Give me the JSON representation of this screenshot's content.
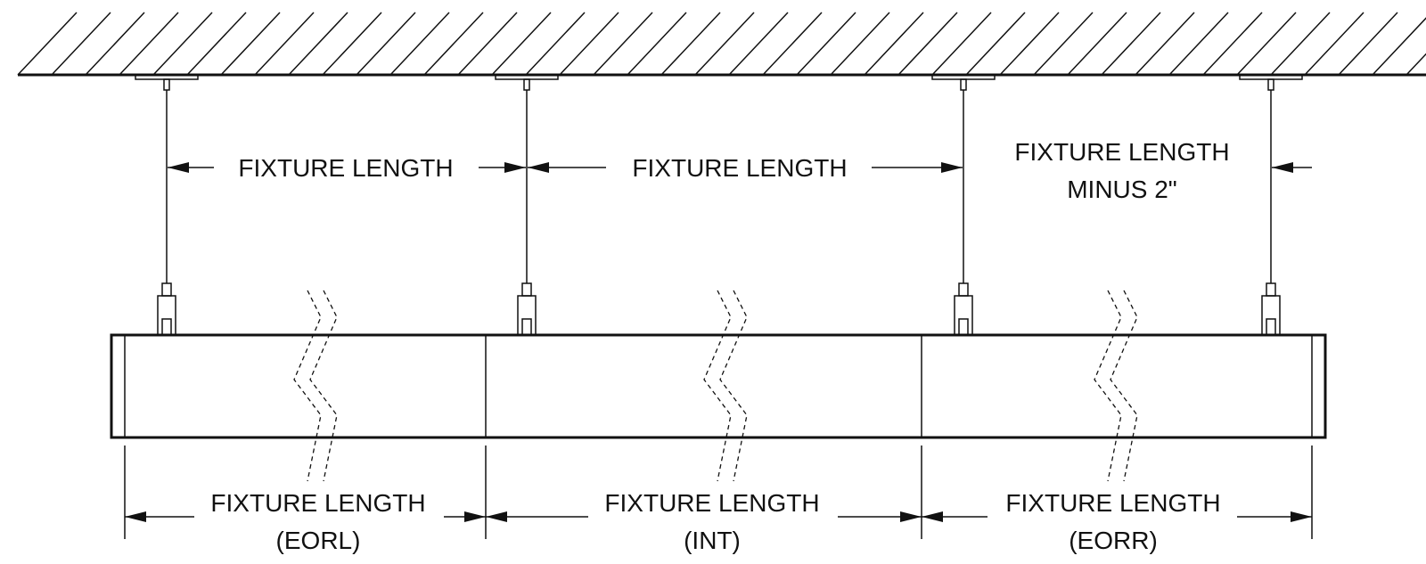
{
  "labels": {
    "top_dim_1": "FIXTURE LENGTH",
    "top_dim_2": "FIXTURE LENGTH",
    "top_dim_3_line1": "FIXTURE LENGTH",
    "top_dim_3_line2": "MINUS 2\"",
    "bottom_dim_eorl_line1": "FIXTURE LENGTH",
    "bottom_dim_eorl_line2": "(EORL)",
    "bottom_dim_int_line1": "FIXTURE LENGTH",
    "bottom_dim_int_line2": "(INT)",
    "bottom_dim_eorr_line1": "FIXTURE LENGTH",
    "bottom_dim_eorr_line2": "(EORR)"
  },
  "colors": {
    "line": "#111111",
    "background": "#ffffff"
  }
}
